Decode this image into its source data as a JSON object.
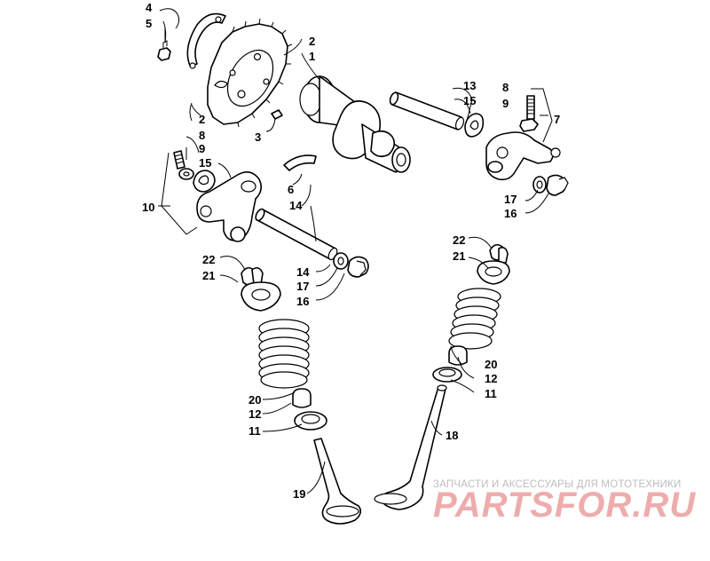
{
  "labels": [
    {
      "id": "l4a",
      "text": "4"
    },
    {
      "id": "l5a",
      "text": "5"
    },
    {
      "id": "l2a",
      "text": "2"
    },
    {
      "id": "l1a",
      "text": "1"
    },
    {
      "id": "l2b",
      "text": "2"
    },
    {
      "id": "l8a",
      "text": "8"
    },
    {
      "id": "l9a",
      "text": "9"
    },
    {
      "id": "l15a",
      "text": "15"
    },
    {
      "id": "l3a",
      "text": "3"
    },
    {
      "id": "l10a",
      "text": "10"
    },
    {
      "id": "l6a",
      "text": "6"
    },
    {
      "id": "l14a",
      "text": "14"
    },
    {
      "id": "l13a",
      "text": "13"
    },
    {
      "id": "l15b",
      "text": "15"
    },
    {
      "id": "l8b",
      "text": "8"
    },
    {
      "id": "l9b",
      "text": "9"
    },
    {
      "id": "l7a",
      "text": "7"
    },
    {
      "id": "l17a",
      "text": "17"
    },
    {
      "id": "l16a",
      "text": "16"
    },
    {
      "id": "l22a",
      "text": "22"
    },
    {
      "id": "l21a",
      "text": "21"
    },
    {
      "id": "l14b",
      "text": "14"
    },
    {
      "id": "l17b",
      "text": "17"
    },
    {
      "id": "l16b",
      "text": "16"
    },
    {
      "id": "l22b",
      "text": "22"
    },
    {
      "id": "l21b",
      "text": "21"
    },
    {
      "id": "l20a",
      "text": "20"
    },
    {
      "id": "l12a",
      "text": "12"
    },
    {
      "id": "l11a",
      "text": "11"
    },
    {
      "id": "l20b",
      "text": "20"
    },
    {
      "id": "l12b",
      "text": "12"
    },
    {
      "id": "l11b",
      "text": "11"
    },
    {
      "id": "l18a",
      "text": "18"
    },
    {
      "id": "l19a",
      "text": "19"
    }
  ],
  "watermark": {
    "tagline": "ЗАПЧАСТИ И АКСЕССУАРЫ ДЛЯ МОТОТЕХНИКИ",
    "logo": "PARTSFOR.RU",
    "logo_color": "#e88a8a",
    "tagline_color": "#bdbdbd"
  }
}
